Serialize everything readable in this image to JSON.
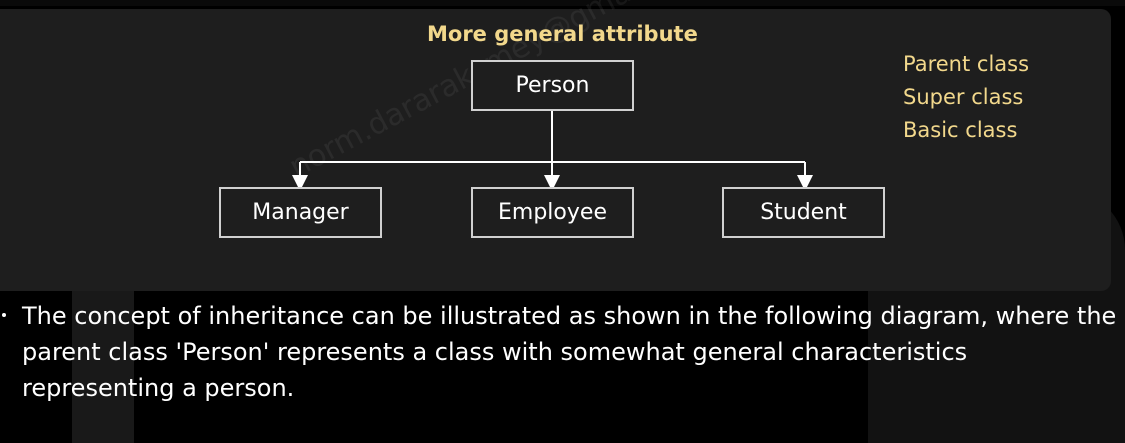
{
  "diagram": {
    "general_label": "More general attribute",
    "parent_box": "Person",
    "child_boxes": [
      "Manager",
      "Employee",
      "Student"
    ],
    "aliases": [
      "Parent class",
      "Super class",
      "Basic class"
    ],
    "watermark": "norm.dararaksmey@gmail.com"
  },
  "description": {
    "text": "The concept of inheritance can be illustrated as shown in the following diagram, where the parent class 'Person' represents a class with somewhat general characteristics representing a person."
  },
  "colors": {
    "accent": "#f2d88c",
    "panel": "#1e1e1e",
    "background": "#000000",
    "box_border": "#d0d0d0"
  }
}
